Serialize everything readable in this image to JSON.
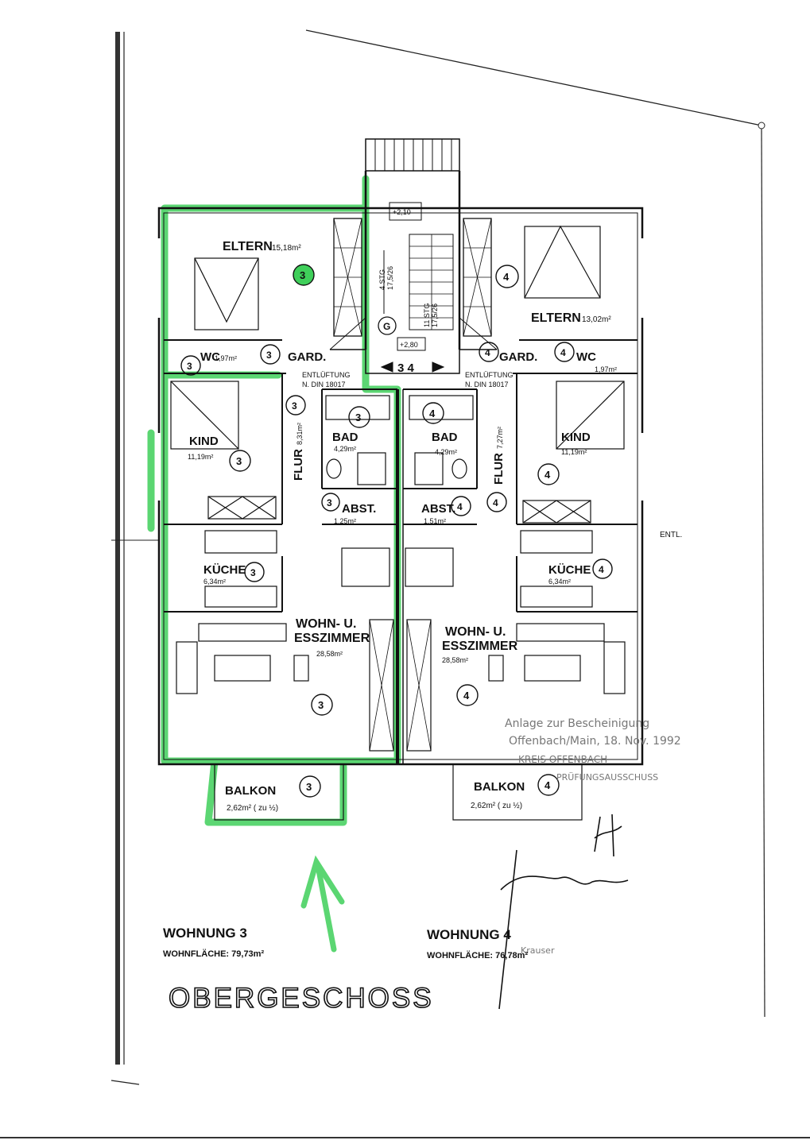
{
  "rooms": {
    "eltern_left": {
      "name": "ELTERN",
      "area": "15,18m²",
      "unit": "3"
    },
    "eltern_right": {
      "name": "ELTERN",
      "area": "13,02m²",
      "unit": "4"
    },
    "wc_left": {
      "name": "WC",
      "area": "1,97m²",
      "unit": "3"
    },
    "wc_right": {
      "name": "WC",
      "area": "1,97m²",
      "unit": "4"
    },
    "gard_left": {
      "name": "GARD.",
      "unit": "3"
    },
    "gard_right": {
      "name": "GARD.",
      "unit": "4"
    },
    "entl_left": {
      "line1": "ENTLÜFTUNG",
      "line2": "N. DIN 18017"
    },
    "entl_right": {
      "line1": "ENTLÜFTUNG",
      "line2": "N. DIN 18017"
    },
    "kind_left": {
      "name": "KIND",
      "area": "11,19m²",
      "unit": "3"
    },
    "kind_right": {
      "name": "KIND",
      "area": "11,19m²",
      "unit": "4"
    },
    "flur_left": {
      "name": "FLUR",
      "area": "8,31m²",
      "unit": "3"
    },
    "flur_right": {
      "name": "FLUR",
      "area": "7,27m²",
      "unit": "4"
    },
    "bad_left": {
      "name": "BAD",
      "area": "4,29m²",
      "unit": "3"
    },
    "bad_right": {
      "name": "BAD",
      "area": "4,29m²",
      "unit": "4"
    },
    "abst_left": {
      "name": "ABST.",
      "area": "1,25m²",
      "unit": "3"
    },
    "abst_right": {
      "name": "ABST.",
      "area": "1,51m²",
      "unit": "4"
    },
    "kueche_left": {
      "name": "KÜCHE",
      "area": "6,34m²",
      "unit": "3"
    },
    "kueche_right": {
      "name": "KÜCHE",
      "area": "6,34m²",
      "unit": "4"
    },
    "wohn_left": {
      "line1": "WOHN- U.",
      "line2": "ESSZIMMER",
      "area": "28,58m²",
      "unit": "3"
    },
    "wohn_right": {
      "line1": "WOHN- U.",
      "line2": "ESSZIMMER",
      "area": "28,58m²",
      "unit": "4"
    },
    "balkon_left": {
      "name": "BALKON",
      "area": "2,62m²  ( zu ½)",
      "unit": "3"
    },
    "balkon_right": {
      "name": "BALKON",
      "area": "2,62m²  ( zu ½)",
      "unit": "4"
    }
  },
  "stair": {
    "top_level": "+2,10",
    "landing_level": "+2,80",
    "steps_up": "4 STG",
    "steps_up_dim": "17,5/26",
    "steps_main": "11 STG",
    "steps_main_dim": "17,5/26",
    "hall_mark": "G",
    "unit_numbers": "3  4"
  },
  "entl_exterior": "ENTL.",
  "legend": {
    "w3_title": "WOHNUNG 3",
    "w3_area": "WOHNFLÄCHE: 79,73m²",
    "w4_title": "WOHNUNG 4",
    "w4_area": "WOHNFLÄCHE: 76,78m²"
  },
  "floor_title": "OBERGESCHOSS",
  "stamp": {
    "line1": "Anlage zur Bescheinigung",
    "line2": "Offenbach/Main, 18. Nov. 1992",
    "line3": "KREIS OFFENBACH",
    "line4": "PRÜFUNGSAUSSCHUSS",
    "signer": "Krauser"
  },
  "colors": {
    "highlight_green": "#3fcf5a",
    "ink": "#111111",
    "stamp_gray": "#7a7a7a"
  }
}
